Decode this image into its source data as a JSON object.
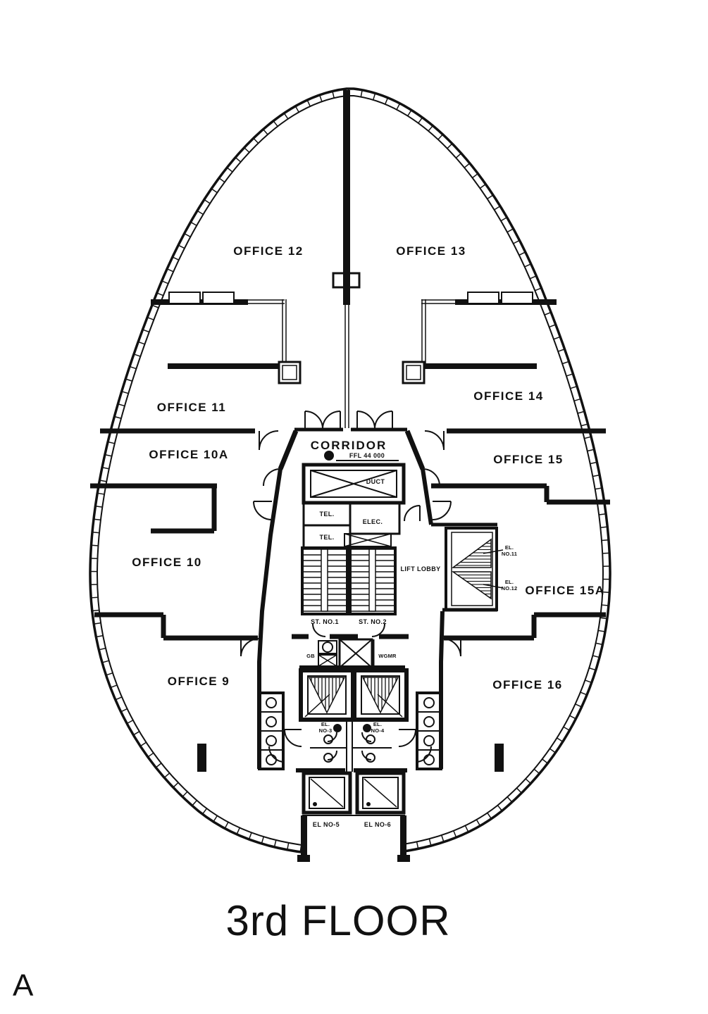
{
  "drawing": {
    "floor_title": "3rd FLOOR",
    "revision_letter": "A",
    "offices": {
      "o12": "OFFICE 12",
      "o13": "OFFICE 13",
      "o11": "OFFICE 11",
      "o14": "OFFICE 14",
      "o10a": "OFFICE 10A",
      "o15": "OFFICE 15",
      "o10": "OFFICE 10",
      "o15a": "OFFICE 15A",
      "o9": "OFFICE 9",
      "o16": "OFFICE 16"
    },
    "corridor": {
      "label": "CORRIDOR",
      "ffl": "FFL 44 000"
    },
    "core": {
      "duct": "DUCT",
      "tel_upper": "TEL.",
      "tel_lower": "TEL.",
      "elec": "ELEC.",
      "stair1": "ST. NO.1",
      "stair2": "ST. NO.2",
      "lift_lobby": "LIFT LOBBY",
      "gb": "GB",
      "wgmr": "WGMR"
    },
    "elevators": {
      "no11_l1": "EL.",
      "no11_l2": "NO.11",
      "no12_l1": "EL.",
      "no12_l2": "NO.12",
      "no3_l1": "EL.",
      "no3_l2": "NO-3",
      "no4_l1": "EL.",
      "no4_l2": "NO-4",
      "no5": "EL NO-5",
      "no6": "EL NO-6"
    },
    "colors": {
      "ink": "#111111",
      "paper": "#ffffff"
    }
  }
}
